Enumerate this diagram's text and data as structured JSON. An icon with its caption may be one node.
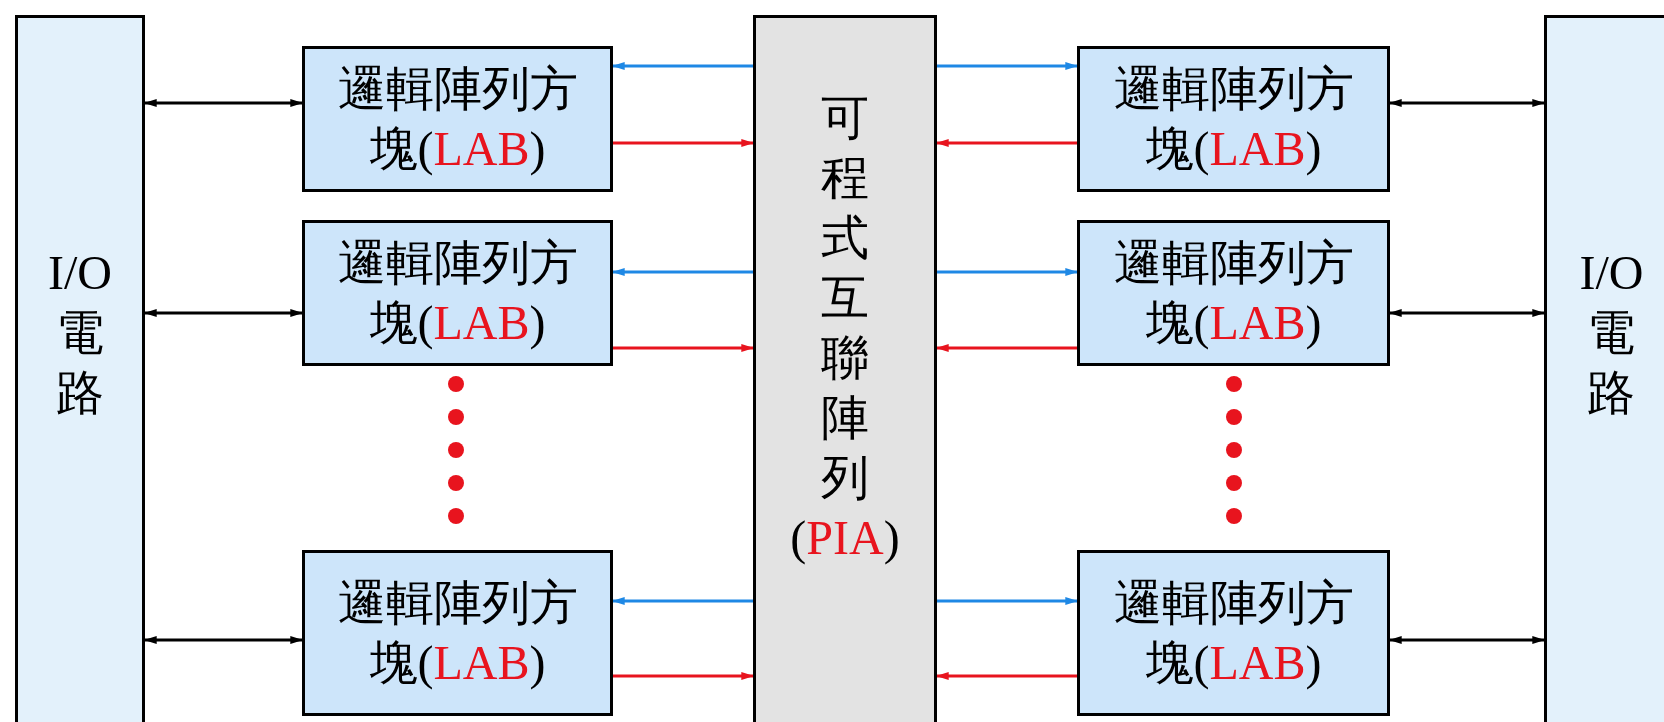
{
  "diagram": {
    "nodes": [
      {
        "text": [
          "I/O電路"
        ]
      },
      {
        "text": [
          "邏輯陣列方塊(LAB)"
        ]
      },
      {
        "text": [
          "邏輯陣列方塊(LAB)"
        ]
      },
      {
        "text": [
          "邏輯陣列方塊(LAB)"
        ]
      },
      {
        "text": [
          "可程式互聯陣列(PIA)"
        ]
      },
      {
        "text": [
          "邏輯陣列方塊(LAB)"
        ]
      },
      {
        "text": [
          "邏輯陣列方塊(LAB)"
        ]
      },
      {
        "text": [
          "邏輯陣列方塊(LAB)"
        ]
      },
      {
        "text": [
          "I/O電路"
        ]
      }
    ],
    "edges": [
      {
        "from": 0,
        "to": 1,
        "arrow": "both"
      },
      {
        "from": 4,
        "to": 1,
        "arrow": "to",
        "color": "#1e88e5"
      },
      {
        "from": 1,
        "to": 4,
        "arrow": "to",
        "color": "#e8141e"
      },
      {
        "from": 0,
        "to": 2,
        "arrow": "both"
      },
      {
        "from": 4,
        "to": 2,
        "arrow": "to",
        "color": "#1e88e5"
      },
      {
        "from": 2,
        "to": 4,
        "arrow": "to",
        "color": "#e8141e"
      },
      {
        "from": 0,
        "to": 3,
        "arrow": "both"
      },
      {
        "from": 4,
        "to": 3,
        "arrow": "to",
        "color": "#1e88e5"
      },
      {
        "from": 3,
        "to": 4,
        "arrow": "to",
        "color": "#e8141e"
      },
      {
        "from": 8,
        "to": 5,
        "arrow": "both"
      },
      {
        "from": 4,
        "to": 5,
        "arrow": "to",
        "color": "#1e88e5"
      },
      {
        "from": 5,
        "to": 4,
        "arrow": "to",
        "color": "#e8141e"
      },
      {
        "from": 8,
        "to": 6,
        "arrow": "both"
      },
      {
        "from": 4,
        "to": 6,
        "arrow": "to",
        "color": "#1e88e5"
      },
      {
        "from": 6,
        "to": 4,
        "arrow": "to",
        "color": "#e8141e"
      },
      {
        "from": 8,
        "to": 7,
        "arrow": "both"
      },
      {
        "from": 4,
        "to": 7,
        "arrow": "to",
        "color": "#1e88e5"
      },
      {
        "from": 7,
        "to": 4,
        "arrow": "to",
        "color": "#e8141e"
      }
    ]
  }
}
